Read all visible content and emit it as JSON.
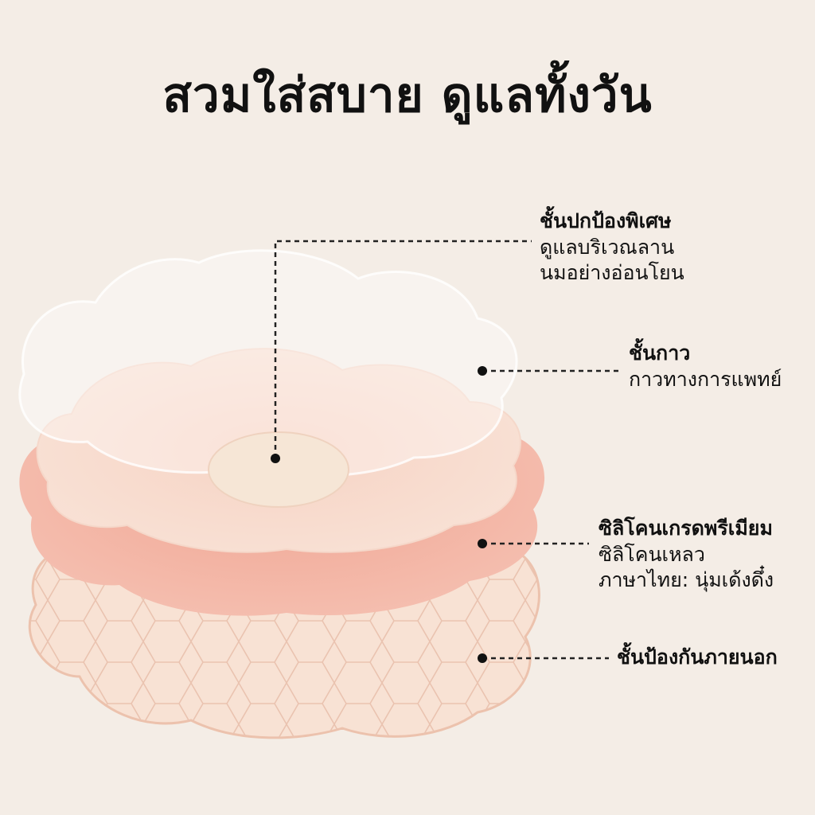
{
  "title": "สวมใส่สบาย ดูแลทั้งวัน",
  "colors": {
    "background": "#f4ede6",
    "silicone_layer": "#f2b3a3",
    "outer_layer": "#f8e4d8",
    "top_layer": "#f8ddd0",
    "nipple_pad": "#f6e7d8",
    "leader_line": "#222222"
  },
  "callouts": [
    {
      "heading": "ชั้นปกป้องพิเศษ",
      "lines": [
        "ดูแลบริเวณลาน",
        "นมอย่างอ่อนโยน"
      ]
    },
    {
      "heading": "ชั้นกาว",
      "lines": [
        "กาวทางการแพทย์"
      ]
    },
    {
      "heading": "ซิลิโคนเกรดพรีเมียม",
      "lines": [
        "ซิลิโคนเหลว",
        "ภาษาไทย: นุ่มเด้งดึ๋ง"
      ]
    },
    {
      "heading": "ชั้นป้องกันภายนอก",
      "lines": []
    }
  ]
}
